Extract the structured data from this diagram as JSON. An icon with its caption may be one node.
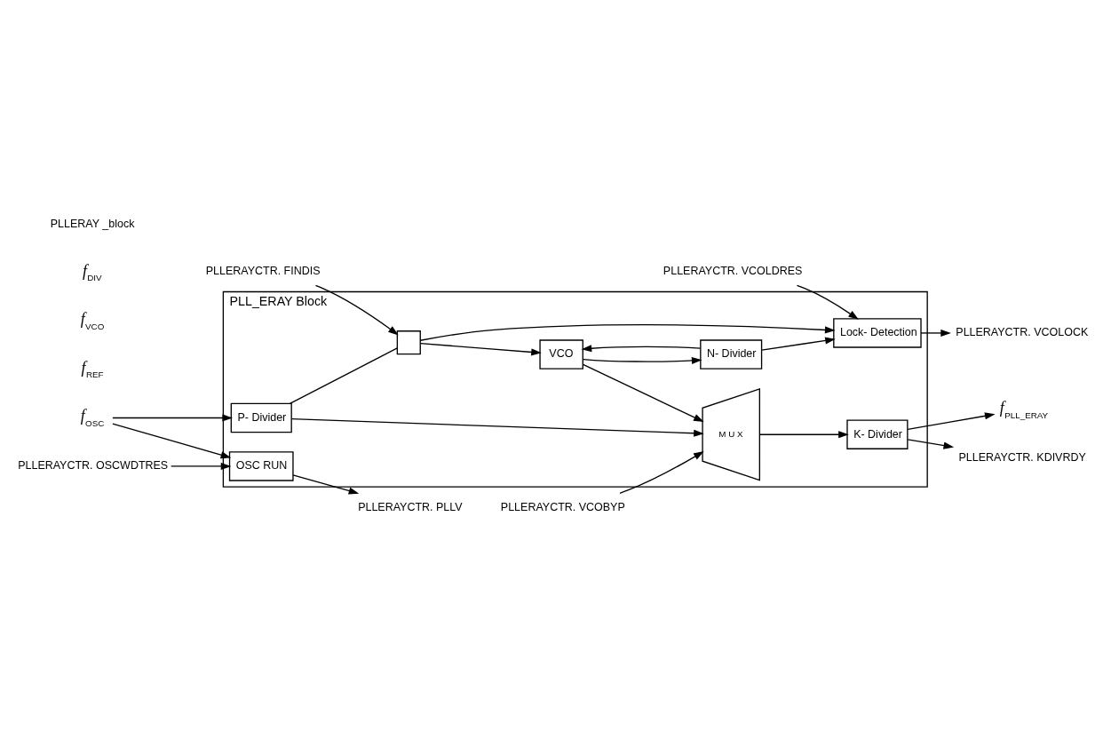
{
  "diagram": {
    "nodes": [
      {
        "text": [
          "PLL_ERAY Block"
        ]
      },
      {
        "text": [
          "*f*$_{OSC}$"
        ]
      },
      {
        "text": [
          "P- Divider"
        ],
        "in": 0
      },
      {
        "text": [],
        "shape": "box",
        "in": 0
      },
      {
        "text": [
          "VCO"
        ],
        "in": 0
      },
      {
        "text": [
          "M U X"
        ],
        "in": 0
      },
      {
        "text": [
          "K- Divider"
        ],
        "in": 0
      },
      {
        "text": [
          "*f*$_{PLL_ERAY}$"
        ]
      },
      {
        "text": [
          "OSC RUN"
        ],
        "in": 0
      },
      {
        "text": [
          "Lock- Detection"
        ],
        "in": 0
      },
      {
        "text": [
          "N- Divider"
        ],
        "in": 0
      },
      {
        "text": [
          "PLLERAYCTR. OSCWDTRES"
        ]
      },
      {
        "text": [
          "PLLERAYCTR. PLLV"
        ]
      },
      {
        "text": [
          "PLLERAYCTR. VCOLDRES"
        ]
      },
      {
        "text": [
          "PLLERAYCTR. VCOLOCK"
        ]
      },
      {
        "text": [
          "PLLERAYCTR. FINDIS"
        ]
      },
      {
        "text": [
          "PLLERAYCTR. VCOBYP"
        ]
      },
      {
        "text": [
          "PLLERAYCTR. KDIVRDY"
        ]
      }
    ],
    "edges": [
      {
        "from": 1,
        "to": 2,
        "arrow": "to"
      },
      {
        "from": 1,
        "to": 8,
        "arrow": "to"
      },
      {
        "from": 2,
        "to": 3,
        "arrow": "none"
      },
      {
        "from": 2,
        "to": 5,
        "arrow": "to"
      },
      {
        "from": 3,
        "to": 4,
        "arrow": "to"
      },
      {
        "from": 3,
        "to": 9,
        "arrow": "to"
      },
      {
        "from": 4,
        "to": 5,
        "arrow": "to"
      },
      {
        "from": 4,
        "to": 10,
        "arrow": "to"
      },
      {
        "from": 10,
        "to": 4,
        "arrow": "to"
      },
      {
        "from": 10,
        "to": 9,
        "arrow": "to"
      },
      {
        "from": 5,
        "to": 6,
        "arrow": "to"
      },
      {
        "from": 6,
        "to": 7,
        "arrow": "to"
      },
      {
        "from": 11,
        "to": 8,
        "arrow": "to"
      },
      {
        "from": 8,
        "to": 12,
        "arrow": "to"
      },
      {
        "from": 13,
        "to": 9,
        "arrow": "to"
      },
      {
        "from": 9,
        "to": 14,
        "arrow": "to"
      },
      {
        "from": 15,
        "to": 3,
        "arrow": "to"
      },
      {
        "from": 16,
        "to": 5,
        "arrow": "to"
      },
      {
        "from": 6,
        "to": 17,
        "arrow": "to"
      }
    ],
    "labels": [
      "*f*$_{REF}$",
      "*f*$_{VCO}$",
      "*f*$_{DIV}$",
      "PLLERAY _block"
    ]
  }
}
